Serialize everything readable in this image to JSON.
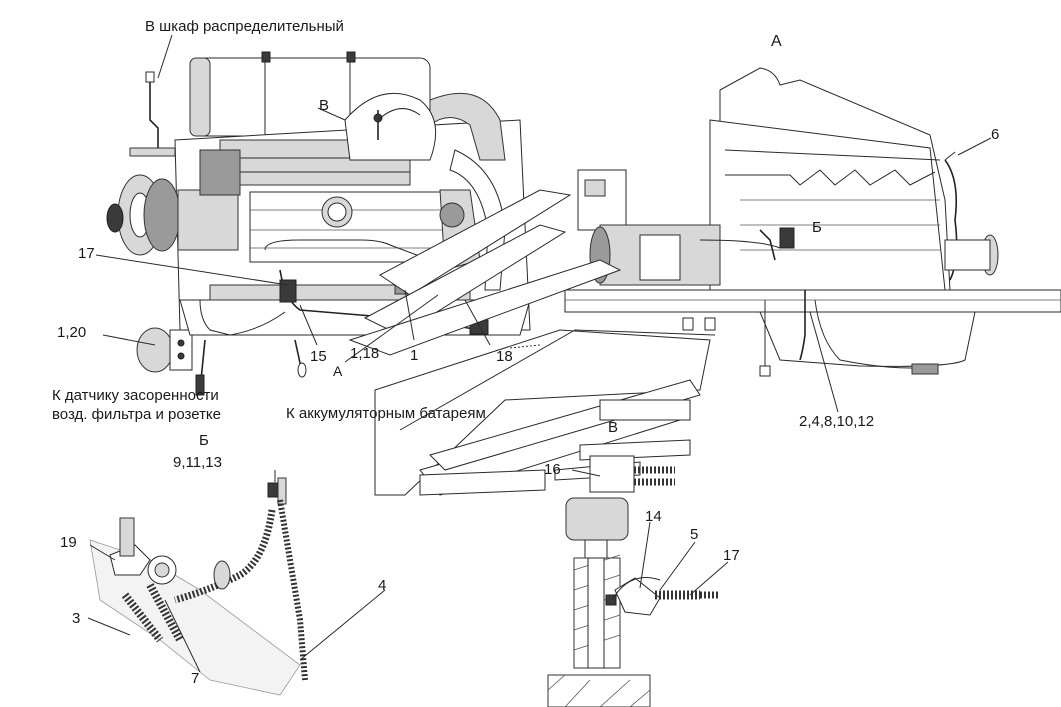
{
  "labels": {
    "to_cabinet": "В шкаф распределительный",
    "view_a": "А",
    "view_b_top": "В",
    "view_b_bottom": "В",
    "arrow_b": "Б",
    "section_b": "Б",
    "a_small": "А",
    "n17_left": "17",
    "n1_20": "1,20",
    "n15": "15",
    "n1_18": "1,18",
    "n1": "1",
    "n18": "18",
    "n6": "6",
    "n2_4_8_10_12": "2,4,8,10,12",
    "sensor_line1": "К датчику засоренности",
    "sensor_line2": "возд. фильтра и розетке",
    "batteries": "К аккумуляторным батареям",
    "n9_11_13": "9,11,13",
    "n19": "19",
    "n3": "3",
    "n7": "7",
    "n4": "4",
    "n16": "16",
    "n14": "14",
    "n5": "5",
    "n17_right": "17"
  }
}
